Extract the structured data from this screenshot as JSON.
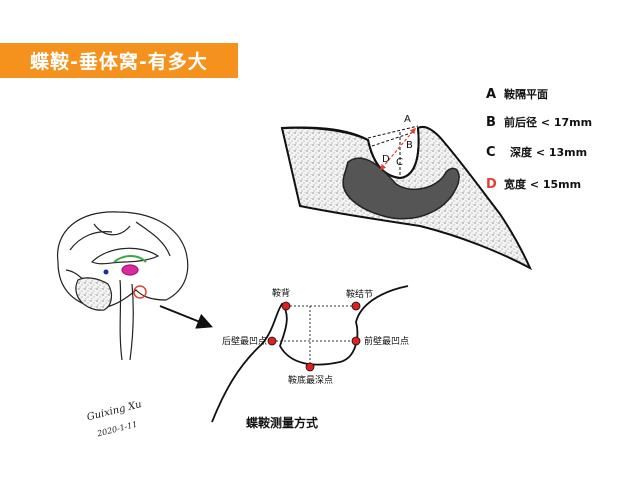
{
  "title": {
    "text": "蝶鞍-垂体窝-有多大",
    "background": "#f5921e"
  },
  "legend": [
    {
      "letter": "A",
      "desc": "鞍隔平面",
      "color": "#111111"
    },
    {
      "letter": "B",
      "desc": "前后径 < 17mm",
      "color": "#111111"
    },
    {
      "letter": "C",
      "desc": "深度  < 13mm",
      "color": "#111111"
    },
    {
      "letter": "D",
      "desc": "宽度 < 15mm",
      "color": "#e8402e"
    }
  ],
  "top_diagram": {
    "labels": {
      "a": "A",
      "b": "B",
      "c": "C",
      "d": "D"
    },
    "accent": "#e8402e"
  },
  "measure_diagram": {
    "points": {
      "dorsum": "鞍背",
      "tuberculum": "鞍结节",
      "posterior_wall": "后壁最凹点",
      "anterior_wall": "前壁最凹点",
      "floor": "鞍底最深点"
    },
    "caption": "蝶鞍测量方式",
    "dot_color": "#e02020"
  },
  "signature": {
    "name": "Guixing Xu",
    "date": "2020-1-11"
  }
}
